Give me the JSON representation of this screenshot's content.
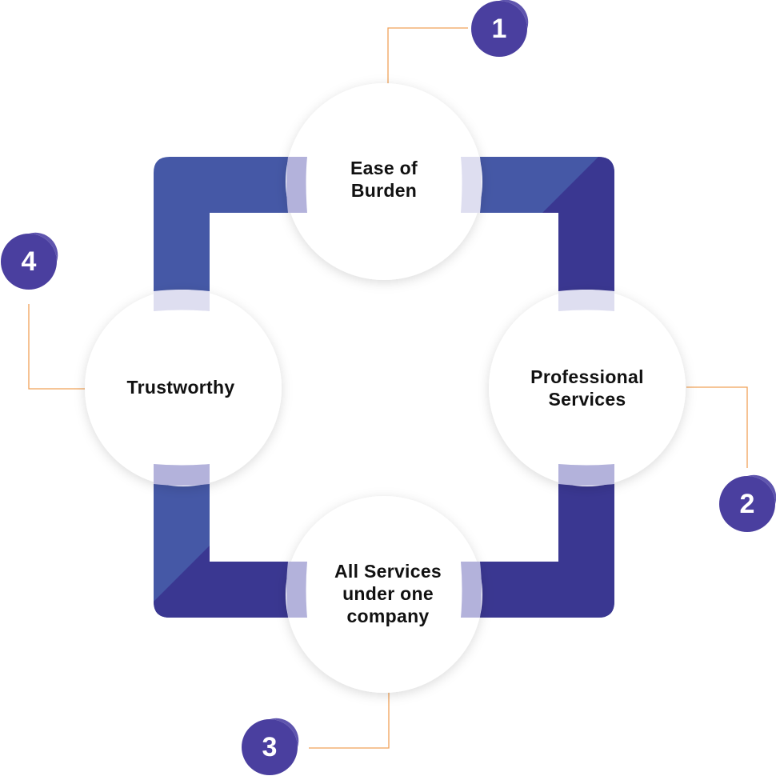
{
  "colors": {
    "frame_light": "#4558a6",
    "frame_dark": "#3a3791",
    "ring_tint": "#dedef0",
    "ring_tint_mid": "#b3b2db",
    "connector": "#f0a259",
    "badge": "#4a3f9f",
    "badge_highlight": "#5f55ae",
    "label_text": "#111111"
  },
  "steps": [
    {
      "number": "1",
      "label": "Ease of Burden",
      "lines": [
        "Ease of",
        "Burden"
      ]
    },
    {
      "number": "2",
      "label": "Professional Services",
      "lines": [
        "Professional",
        "Services"
      ]
    },
    {
      "number": "3",
      "label": "All Services under one company",
      "lines": [
        "All Services",
        "under one",
        "company"
      ]
    },
    {
      "number": "4",
      "label": "Trustworthy",
      "lines": [
        "Trustworthy"
      ]
    }
  ]
}
